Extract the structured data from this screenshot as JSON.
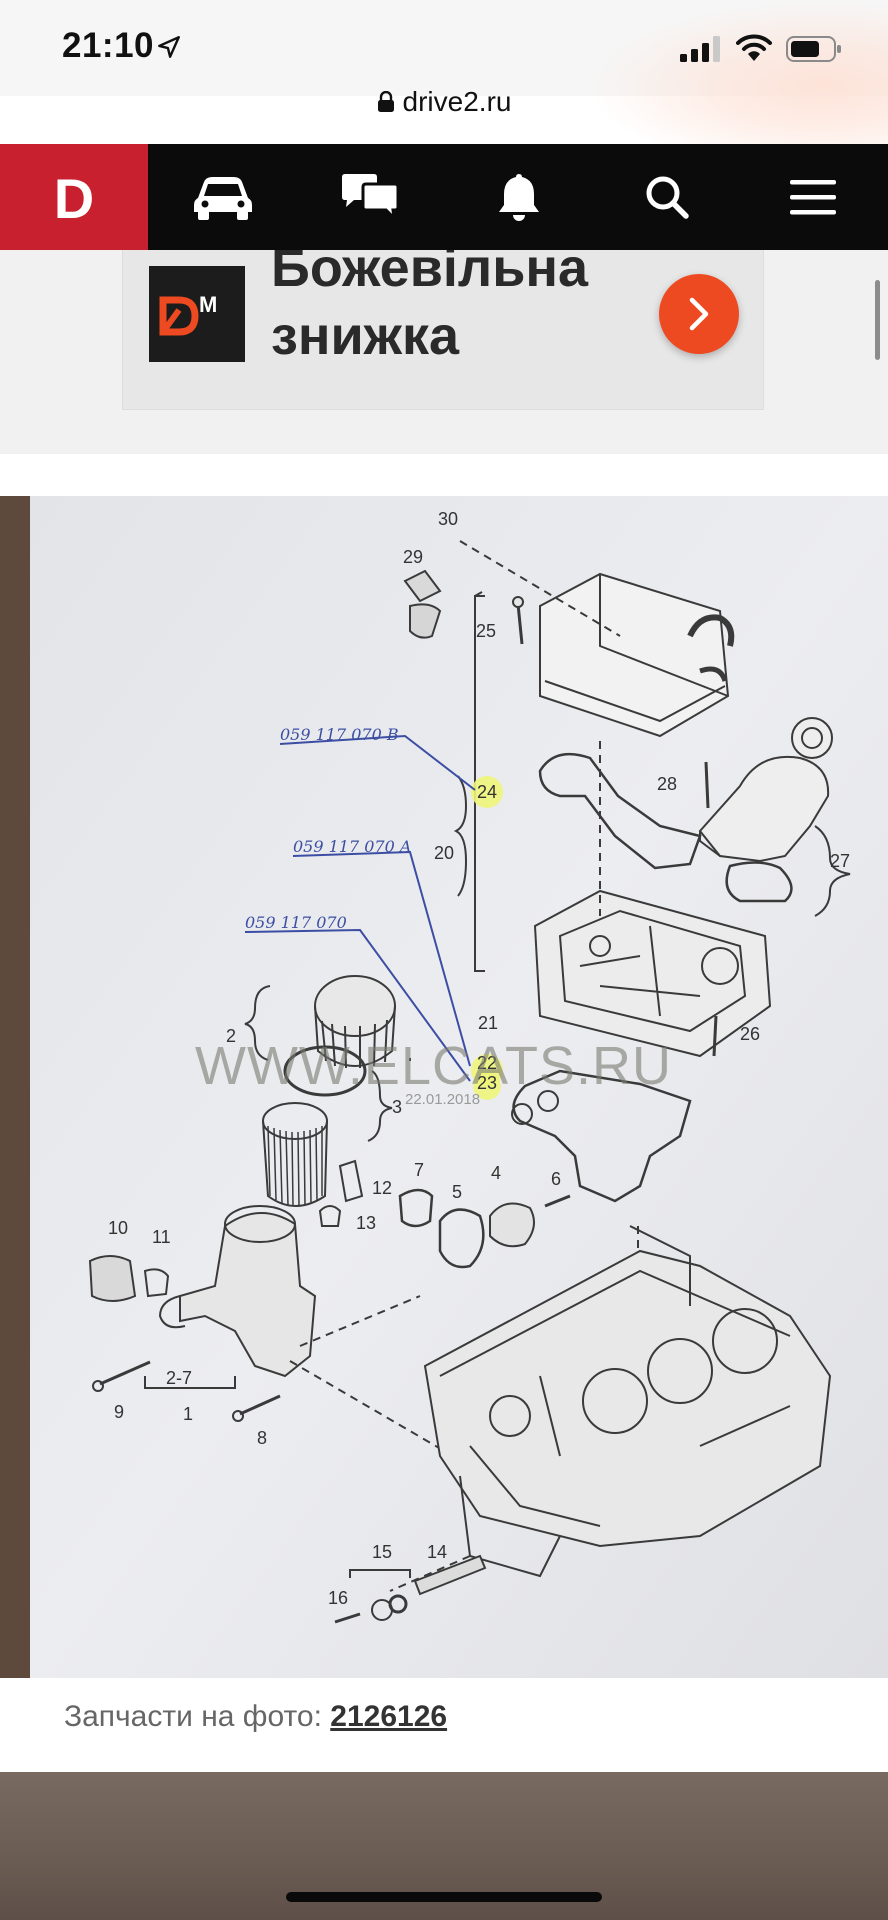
{
  "status_bar": {
    "time": "21:10",
    "icons": [
      "location-arrow-icon",
      "cellular-signal-icon",
      "wifi-icon",
      "battery-icon"
    ]
  },
  "browser": {
    "url": "drive2.ru",
    "secure_icon": "lock-icon"
  },
  "site_nav": {
    "logo": "D",
    "logo_color": "#c8202e",
    "items": [
      {
        "name": "garage",
        "icon": "car-icon"
      },
      {
        "name": "messages",
        "icon": "chat-bubbles-icon"
      },
      {
        "name": "notifications",
        "icon": "bell-icon"
      },
      {
        "name": "search",
        "icon": "search-icon"
      },
      {
        "name": "menu",
        "icon": "hamburger-menu-icon"
      }
    ]
  },
  "ad": {
    "logo_text": "DM",
    "line1": "Божевільна",
    "line2": "знижка",
    "button_icon": "chevron-right-icon",
    "accent": "#ee4a21"
  },
  "photo": {
    "watermark": "WWW.ELCATS.RU",
    "stamp_date": "22.01.2018",
    "handwritten_notes": [
      "059 117 070 B",
      "059 117 070 A",
      "059 117 070"
    ],
    "callouts": [
      "30",
      "29",
      "25",
      "24",
      "28",
      "20",
      "27",
      "21",
      "26",
      "22",
      "23",
      "2",
      "3",
      "12",
      "13",
      "7",
      "5",
      "4",
      "6",
      "10",
      "11",
      "9",
      "2-7",
      "1",
      "8",
      "15",
      "14",
      "16"
    ]
  },
  "caption": {
    "prefix": "Запчасти на фото:",
    "part_link": "2126126"
  }
}
